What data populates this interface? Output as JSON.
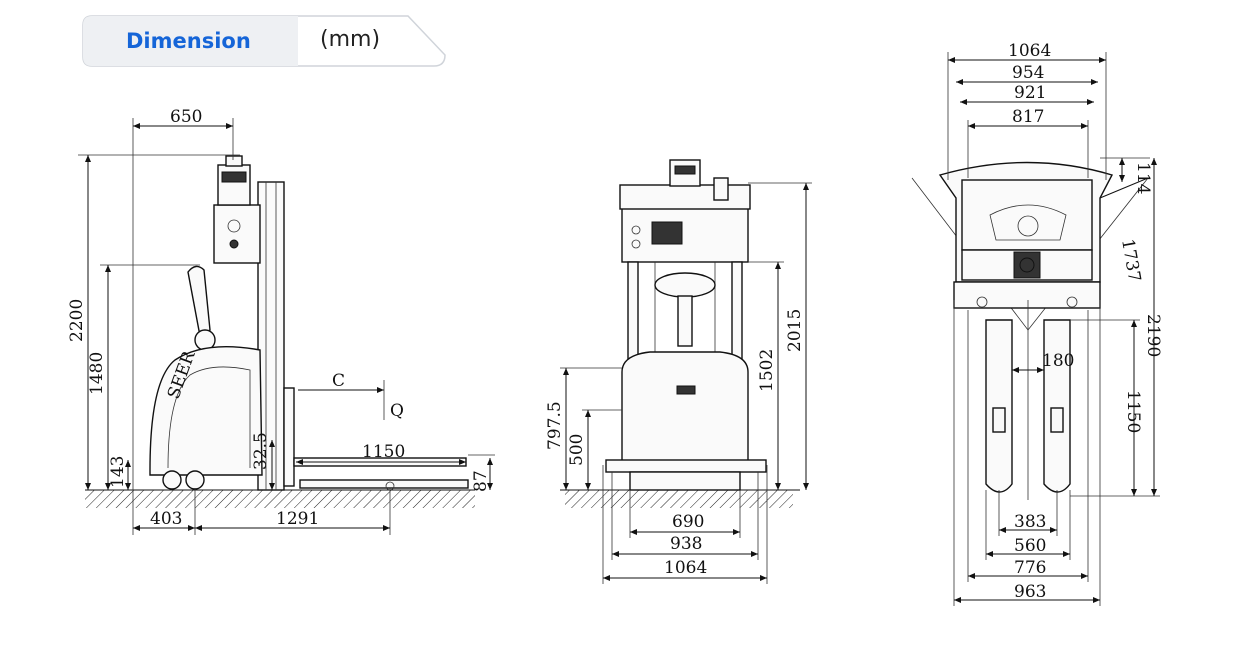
{
  "header": {
    "title": "Dimension",
    "unit": "(mm)"
  },
  "side_view": {
    "d650": "650",
    "d2200": "2200",
    "d1480": "1480",
    "c": "C",
    "q": "Q",
    "d32_5": "32.5",
    "d1150": "1150",
    "d143": "143",
    "d87": "87",
    "d403": "403",
    "d1291": "1291",
    "brand": "SEER"
  },
  "front_view": {
    "d2015": "2015",
    "d1502": "1502",
    "d797_5": "797.5",
    "d500": "500",
    "d690": "690",
    "d938": "938",
    "d1064": "1064"
  },
  "top_view": {
    "d1064": "1064",
    "d954": "954",
    "d921": "921",
    "d817": "817",
    "d114": "114",
    "d1737": "1737",
    "d2190": "2190",
    "d180": "180",
    "d1150": "1150",
    "d383": "383",
    "d560": "560",
    "d776": "776",
    "d963": "963"
  }
}
